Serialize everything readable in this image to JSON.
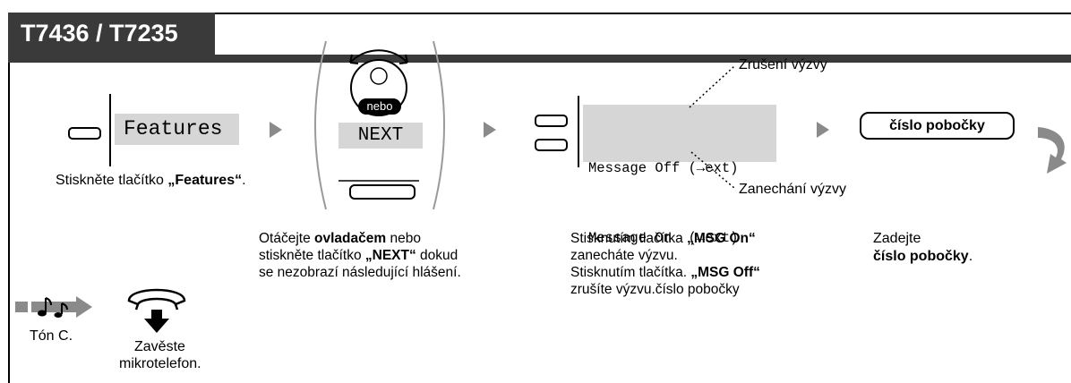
{
  "header": {
    "model": "T7436 / T7235"
  },
  "step1": {
    "lcd_text": "Features",
    "caption_pre": "Stiskněte tlačítko ",
    "caption_bold": "„Features“",
    "caption_post": "."
  },
  "step2": {
    "or_badge": "nebo",
    "next_label": "NEXT",
    "caption_l1_pre": "Otáčejte ",
    "caption_l1_bold": "ovladačem",
    "caption_l1_post": " nebo",
    "caption_l2_pre": "stiskněte tlačítko ",
    "caption_l2_bold": "„NEXT“",
    "caption_l2_post": " dokud",
    "caption_l3": "se nezobrazí následující hlášení."
  },
  "step3": {
    "line1": "Message Off (→ext)",
    "line2": "Message On  (→ext)",
    "callout_top": "Zrušení výzvy",
    "callout_bottom": "Zanechání výzvy",
    "caption_l1_pre": "Stisknutím tlačítka ",
    "caption_l1_bold": "„MSG On“",
    "caption_l2": "zanecháte výzvu.",
    "caption_l3_pre": "Stisknutím tlačítka. ",
    "caption_l3_bold": "„MSG Off“",
    "caption_l4": "zrušíte výzvu.číslo pobočky"
  },
  "step4": {
    "button_label": "číslo pobočky",
    "caption_l1": "Zadejte",
    "caption_l2_bold": "číslo pobočky",
    "caption_l2_post": "."
  },
  "footer": {
    "tone_label": "Tón C.",
    "hangup_l1": "Zavěste",
    "hangup_l2": "mikrotelefon."
  },
  "icons": [
    "arrow-right-icon",
    "jog-dial-icon",
    "music-note-icon",
    "handset-hangup-icon",
    "continue-arrow-icon"
  ],
  "colors": {
    "header_bg": "#3a3a3a",
    "lcd_bg": "#d6d6d6",
    "arrow": "#8a8a8a"
  }
}
